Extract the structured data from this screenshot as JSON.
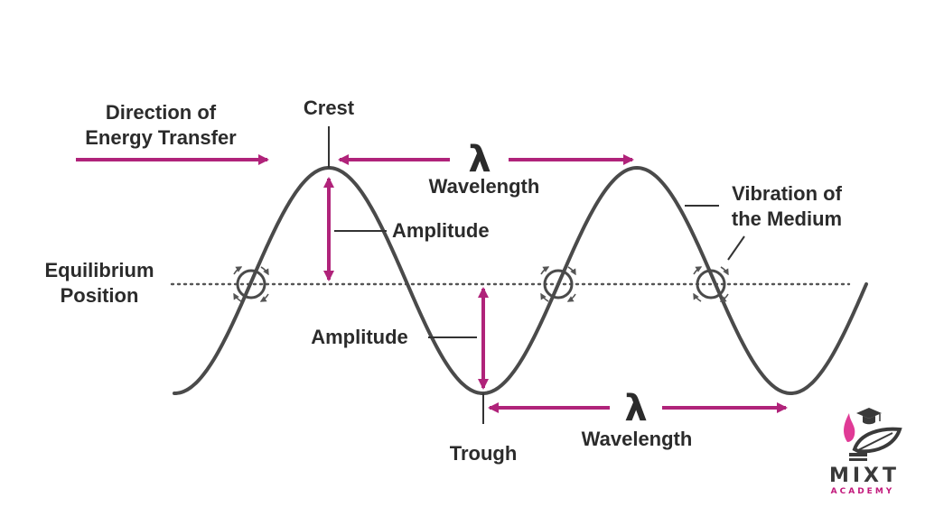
{
  "diagram": {
    "labels": {
      "direction": [
        "Direction of",
        "Energy Transfer"
      ],
      "crest": "Crest",
      "lambda_top": "λ",
      "wavelength_top": "Wavelength",
      "amplitude_top": "Amplitude",
      "equilibrium": [
        "Equilibrium",
        "Position"
      ],
      "vibration": [
        "Vibration of",
        "the Medium"
      ],
      "amplitude_bottom": "Amplitude",
      "trough": "Trough",
      "lambda_bottom": "λ",
      "wavelength_bottom": "Wavelength"
    },
    "colors": {
      "wave": "#4a4a4a",
      "accent": "#b0237a",
      "text": "#2b2b2b",
      "dotted": "#555555"
    }
  },
  "logo": {
    "name": "MIXT",
    "subtitle": "ACADEMY",
    "name_color": "#3a3a3a",
    "subtitle_color": "#c2187b"
  }
}
